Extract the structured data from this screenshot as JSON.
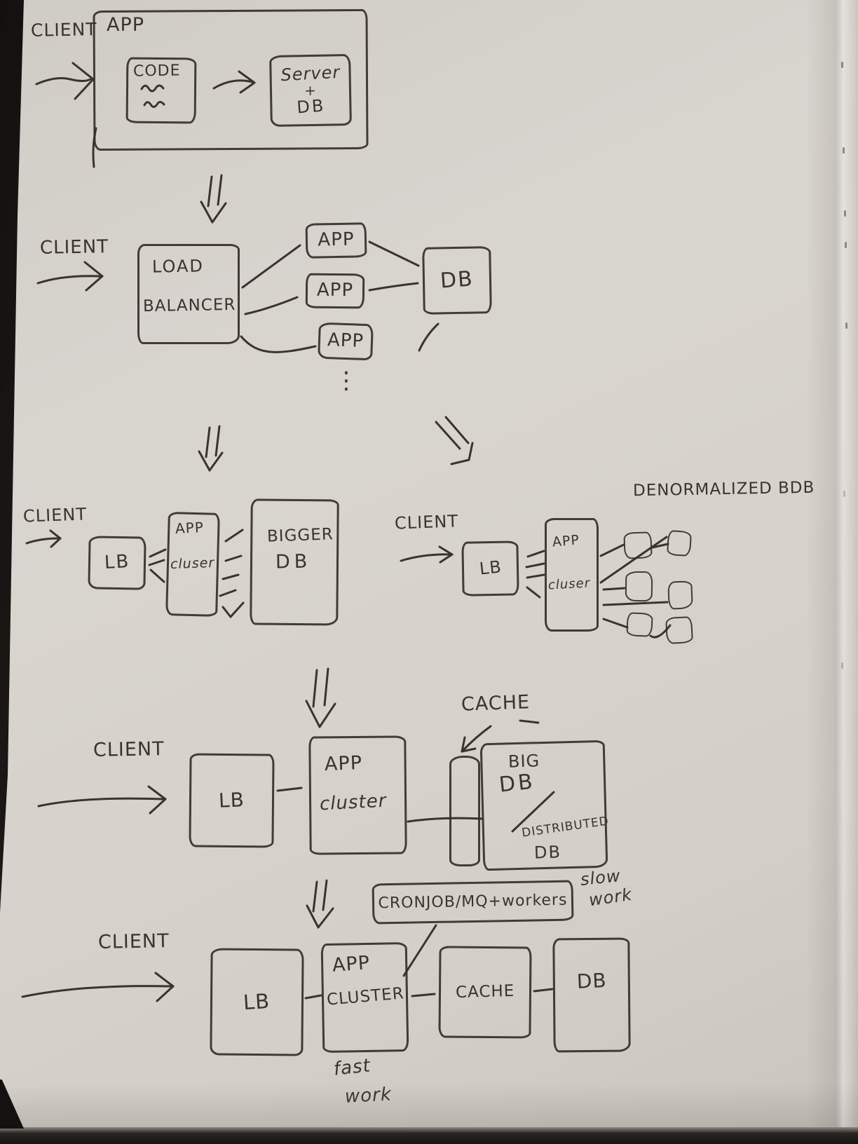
{
  "photo": {
    "paper_color": "#d7d3cc",
    "ink_color": "#39342c",
    "background_color": "#121110"
  },
  "stage1": {
    "client_label": "CLIENT",
    "app_box_label": "APP",
    "code_box_label": "CODE",
    "server_box_line1": "Server",
    "server_box_line2": "+",
    "server_box_line3": "DB"
  },
  "stage2": {
    "client_label": "CLIENT",
    "lb_line1": "LOAD",
    "lb_line2": "BALANCER",
    "app_labels": [
      "APP",
      "APP",
      "APP"
    ],
    "ellipsis": "⋮",
    "db_label": "DB"
  },
  "stage3_left": {
    "client_label": "CLIENT",
    "lb_label": "LB",
    "cluster_line1": "APP",
    "cluster_line2": "cluser",
    "db_line1": "BIGGER",
    "db_line2": "DB"
  },
  "stage3_right": {
    "heading": "DENORMALIZED BDB",
    "client_label": "CLIENT",
    "lb_label": "LB",
    "cluster_line1": "APP",
    "cluster_line2": "cluser"
  },
  "stage4": {
    "client_label": "CLIENT",
    "cache_callout": "CACHE",
    "lb_label": "LB",
    "cluster_line1": "APP",
    "cluster_line2": "cluster",
    "bigdb_line1": "BIG",
    "bigdb_line2": "DB",
    "bigdb_line3": "DISTRIBUTED",
    "bigdb_line4": "DB"
  },
  "stage5": {
    "client_label": "CLIENT",
    "cron_box_label": "CRONJOB/MQ+workers",
    "slow_note_line1": "slow",
    "slow_note_line2": "work",
    "lb_label": "LB",
    "cluster_line1": "APP",
    "cluster_line2": "CLUSTER",
    "cache_label": "CACHE",
    "db_label": "DB",
    "fast_note_line1": "fast",
    "fast_note_line2": "work"
  }
}
